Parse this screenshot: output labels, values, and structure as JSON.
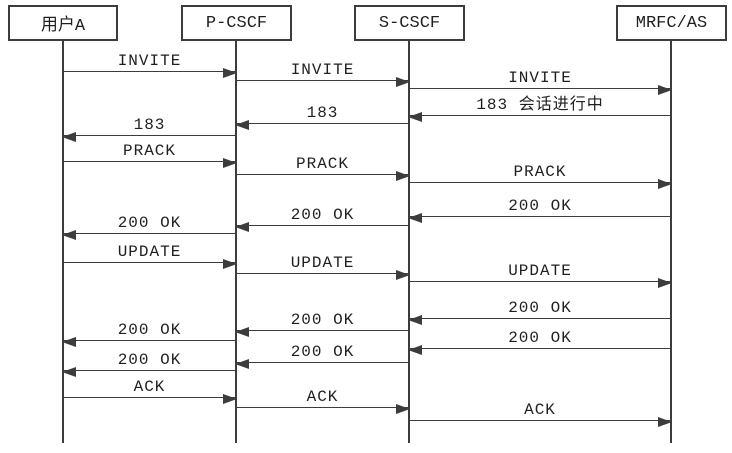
{
  "diagram": {
    "type": "sequence-diagram",
    "actors": [
      {
        "id": "user-a",
        "label": "用户A"
      },
      {
        "id": "p-cscf",
        "label": "P-CSCF"
      },
      {
        "id": "s-cscf",
        "label": "S-CSCF"
      },
      {
        "id": "mrfc-as",
        "label": "MRFC/AS"
      }
    ],
    "messages": [
      {
        "label": "INVITE",
        "from": "用户A",
        "to": "P-CSCF"
      },
      {
        "label": "INVITE",
        "from": "P-CSCF",
        "to": "S-CSCF"
      },
      {
        "label": "INVITE",
        "from": "S-CSCF",
        "to": "MRFC/AS"
      },
      {
        "label": "183 会话进行中",
        "from": "MRFC/AS",
        "to": "S-CSCF"
      },
      {
        "label": "183",
        "from": "S-CSCF",
        "to": "P-CSCF"
      },
      {
        "label": "183",
        "from": "P-CSCF",
        "to": "用户A"
      },
      {
        "label": "PRACK",
        "from": "用户A",
        "to": "P-CSCF"
      },
      {
        "label": "PRACK",
        "from": "P-CSCF",
        "to": "S-CSCF"
      },
      {
        "label": "PRACK",
        "from": "S-CSCF",
        "to": "MRFC/AS"
      },
      {
        "label": "200 OK",
        "from": "MRFC/AS",
        "to": "S-CSCF"
      },
      {
        "label": "200 OK",
        "from": "S-CSCF",
        "to": "P-CSCF"
      },
      {
        "label": "200 OK",
        "from": "P-CSCF",
        "to": "用户A"
      },
      {
        "label": "UPDATE",
        "from": "用户A",
        "to": "P-CSCF"
      },
      {
        "label": "UPDATE",
        "from": "P-CSCF",
        "to": "S-CSCF"
      },
      {
        "label": "UPDATE",
        "from": "S-CSCF",
        "to": "MRFC/AS"
      },
      {
        "label": "200 OK",
        "from": "MRFC/AS",
        "to": "S-CSCF"
      },
      {
        "label": "200 OK",
        "from": "S-CSCF",
        "to": "P-CSCF"
      },
      {
        "label": "200 OK",
        "from": "P-CSCF",
        "to": "用户A"
      },
      {
        "label": "200 OK",
        "from": "MRFC/AS",
        "to": "S-CSCF"
      },
      {
        "label": "200 OK",
        "from": "S-CSCF",
        "to": "P-CSCF"
      },
      {
        "label": "200 OK",
        "from": "P-CSCF",
        "to": "用户A"
      },
      {
        "label": "ACK",
        "from": "用户A",
        "to": "P-CSCF"
      },
      {
        "label": "ACK",
        "from": "P-CSCF",
        "to": "S-CSCF"
      },
      {
        "label": "ACK",
        "from": "S-CSCF",
        "to": "MRFC/AS"
      }
    ],
    "colors": {
      "line": "#3c3c3c",
      "text": "#1f1f1f",
      "background": "#ffffff"
    }
  }
}
